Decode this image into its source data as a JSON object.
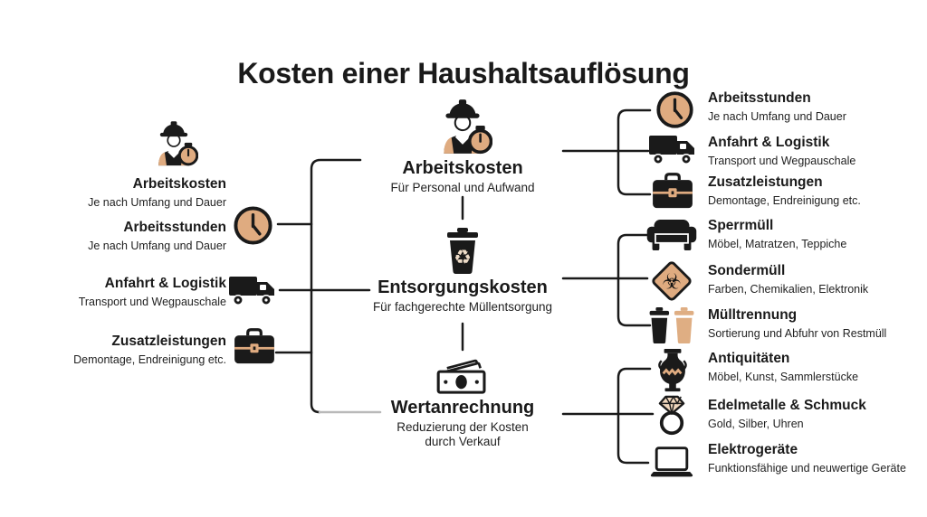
{
  "title": "Kosten einer Haushaltsauflösung",
  "colors": {
    "ink": "#1a1a1a",
    "tan": "#dfab80",
    "background": "#ffffff"
  },
  "left": {
    "items": [
      {
        "icon": "worker-stopwatch-icon",
        "title": "Arbeitskosten",
        "subtitle": "Je nach Umfang und Dauer"
      },
      {
        "icon": "clock-icon",
        "title": "Arbeitsstunden",
        "subtitle": "Je nach Umfang und Dauer"
      },
      {
        "icon": "truck-icon",
        "title": "Anfahrt & Logistik",
        "subtitle": "Transport und Wegpauschale"
      },
      {
        "icon": "toolbox-icon",
        "title": "Zusatzleistungen",
        "subtitle": "Demontage, Endreinigung etc."
      }
    ]
  },
  "center": {
    "nodes": [
      {
        "icon": "worker-stopwatch-icon",
        "title": "Arbeitskosten",
        "subtitle": "Für Personal und Aufwand"
      },
      {
        "icon": "trash-recycle-icon",
        "title": "Entsorgungskosten",
        "subtitle": "Für fachgerechte Müllentsorgung"
      },
      {
        "icon": "money-icon",
        "title": "Wertanrechnung",
        "subtitle": "Reduzierung der Kosten durch Verkauf"
      }
    ]
  },
  "right": {
    "groups": [
      {
        "items": [
          {
            "icon": "clock-icon",
            "title": "Arbeitsstunden",
            "subtitle": "Je nach Umfang und Dauer"
          },
          {
            "icon": "truck-icon",
            "title": "Anfahrt & Logistik",
            "subtitle": "Transport und Wegpauschale"
          },
          {
            "icon": "toolbox-icon",
            "title": "Zusatzleistungen",
            "subtitle": "Demontage, Endreinigung etc."
          }
        ]
      },
      {
        "items": [
          {
            "icon": "sofa-icon",
            "title": "Sperrmüll",
            "subtitle": "Möbel, Matratzen, Teppiche"
          },
          {
            "icon": "biohazard-icon",
            "title": "Sondermüll",
            "subtitle": "Farben, Chemikalien, Elektronik"
          },
          {
            "icon": "trash-bins-icon",
            "title": "Mülltrennung",
            "subtitle": "Sortierung und Abfuhr von Restmüll"
          }
        ]
      },
      {
        "items": [
          {
            "icon": "vase-icon",
            "title": "Antiquitäten",
            "subtitle": "Möbel, Kunst, Sammlerstücke"
          },
          {
            "icon": "ring-icon",
            "title": "Edelmetalle & Schmuck",
            "subtitle": "Gold, Silber, Uhren"
          },
          {
            "icon": "laptop-icon",
            "title": "Elektrogeräte",
            "subtitle": "Funktionsfähige und neuwertige Geräte"
          }
        ]
      }
    ]
  }
}
